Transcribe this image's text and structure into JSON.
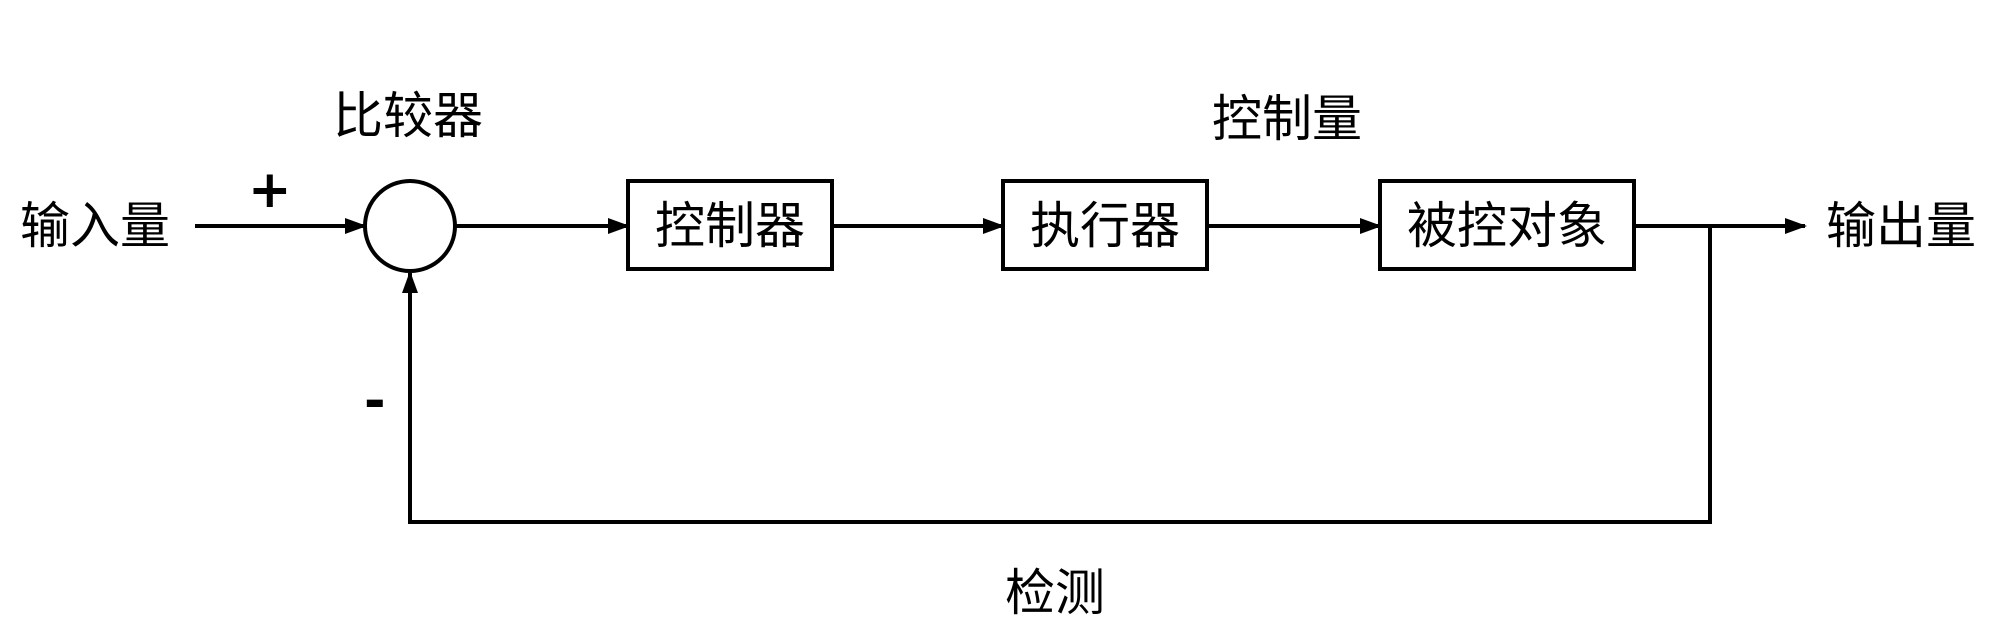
{
  "diagram": {
    "input_label": "输入量",
    "output_label": "输出量",
    "comparator_label": "比较器",
    "control_quantity_label": "控制量",
    "feedback_label": "检测",
    "plus_sign": "+",
    "minus_sign": "-",
    "blocks": [
      {
        "label": "控制器"
      },
      {
        "label": "执行器"
      },
      {
        "label": "被控对象"
      }
    ]
  }
}
